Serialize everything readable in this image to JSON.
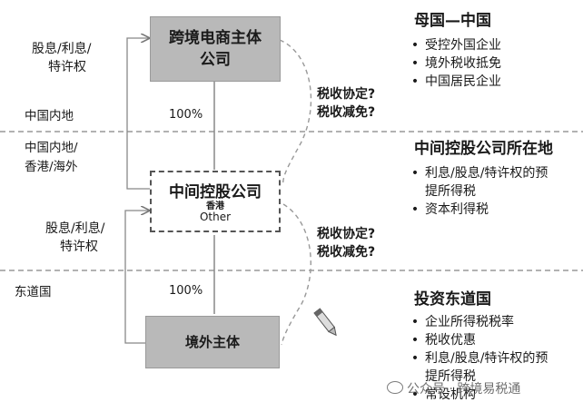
{
  "left_labels": {
    "flow_top": [
      "股息/利息/",
      "特许权"
    ],
    "flow_mid": [
      "股息/利息/",
      "特许权"
    ],
    "region_top": "中国内地",
    "region_mid": [
      "中国内地/",
      "香港/海外"
    ],
    "region_bottom": "东道国"
  },
  "boxes": {
    "parent": [
      "跨境电商主体",
      "公司"
    ],
    "holding": {
      "title": "中间控股公司",
      "sub1": "香港",
      "sub2": "Other"
    },
    "overseas": "境外主体"
  },
  "ownership": {
    "top": "100%",
    "bottom": "100%"
  },
  "tax_questions": {
    "upper": [
      "税收协定?",
      "税收减免?"
    ],
    "lower": [
      "税收协定?",
      "税收减免?"
    ]
  },
  "right": {
    "sec1": {
      "title": "母国—中国",
      "items": [
        "受控外国企业",
        "境外税收抵免",
        "中国居民企业"
      ]
    },
    "sec2": {
      "title": "中间控股公司所在地",
      "items": [
        [
          "利息/股息/特许权的预",
          "提所得税"
        ],
        [
          "资本利得税"
        ]
      ]
    },
    "sec3": {
      "title": "投资东道国",
      "items": [
        [
          "企业所得税税率"
        ],
        [
          "税收优惠"
        ],
        [
          "利息/股息/特许权的预",
          "提所得税"
        ],
        [
          "常设机构"
        ]
      ]
    }
  },
  "watermark": "公众号 · 跨境易税通"
}
